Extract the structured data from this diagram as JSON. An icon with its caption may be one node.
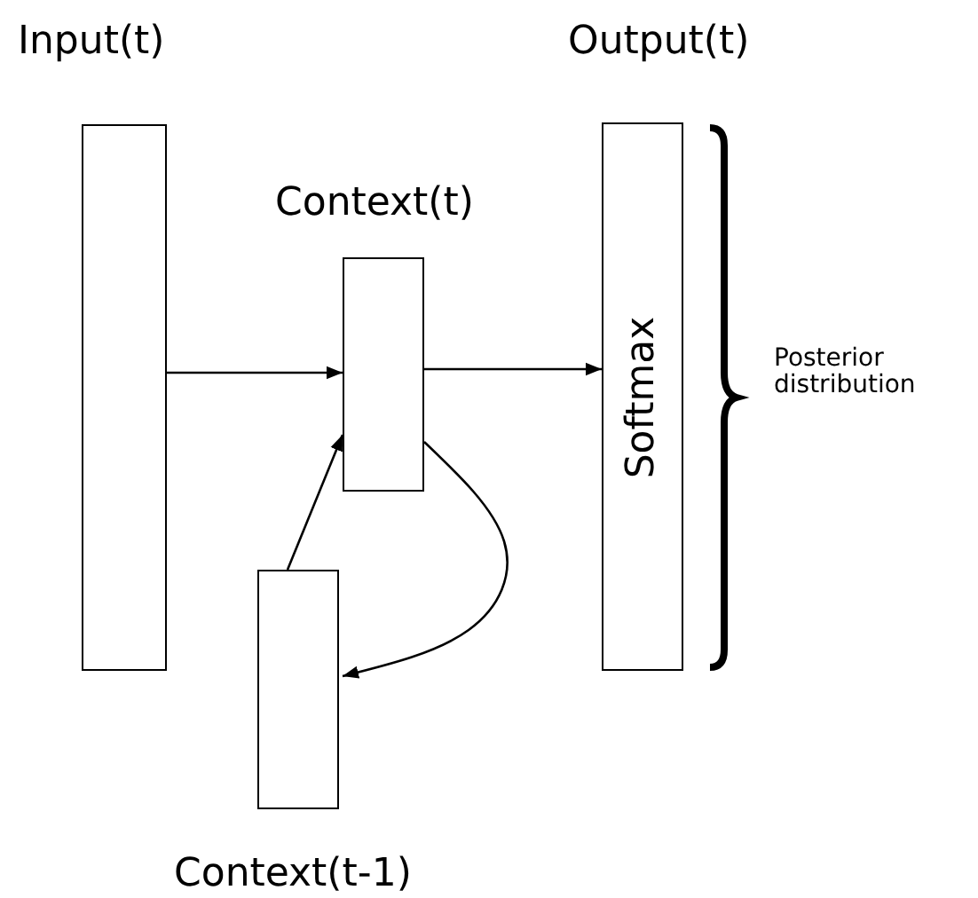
{
  "diagram": {
    "nodes": [
      {
        "text": [
          "Input(t)"
        ]
      },
      {
        "text": [
          "Context(t)"
        ]
      },
      {
        "text": [
          "Output(t)",
          "Softmax"
        ],
        "beside": [
          "Posterior distribution"
        ]
      },
      {
        "text": [
          "Context(t-1)"
        ]
      }
    ],
    "edges": [
      {
        "from": 0,
        "to": 1,
        "arrow": "to"
      },
      {
        "from": 1,
        "to": 2,
        "arrow": "to"
      },
      {
        "from": 3,
        "to": 1,
        "arrow": "to"
      },
      {
        "from": 1,
        "to": 3,
        "arrow": "to"
      }
    ]
  }
}
